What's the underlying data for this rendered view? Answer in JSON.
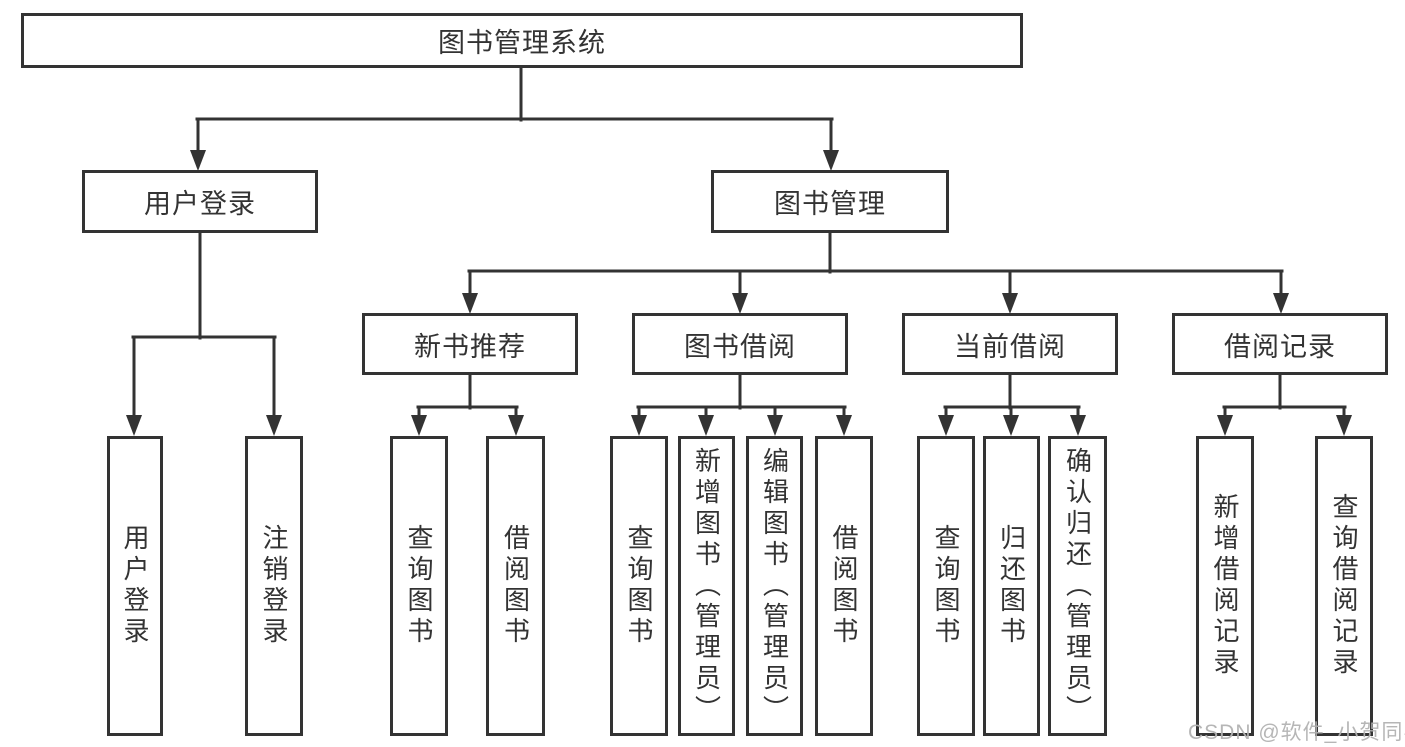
{
  "nodes": {
    "root": "图书管理系统",
    "user_login": "用户登录",
    "book_mgmt": "图书管理",
    "new_book_rec": "新书推荐",
    "book_borrow": "图书借阅",
    "current_borrow": "当前借阅",
    "borrow_record": "借阅记录",
    "leaf_user_login": "用户登录",
    "leaf_logout": "注销登录",
    "leaf_query_book_rec": "查询图书",
    "leaf_borrow_book_rec": "借阅图书",
    "leaf_query_book_borrow": "查询图书",
    "leaf_add_book": "新增图书（管理员）",
    "leaf_edit_book": "编辑图书（管理员）",
    "leaf_borrow_book_borrow": "借阅图书",
    "leaf_query_book_current": "查询图书",
    "leaf_return_book": "归还图书",
    "leaf_confirm_return": "确认归还（管理员）",
    "leaf_add_record": "新增借阅记录",
    "leaf_query_record": "查询借阅记录"
  },
  "hierarchy": {
    "图书管理系统": {
      "用户登录": [
        "用户登录",
        "注销登录"
      ],
      "图书管理": {
        "新书推荐": [
          "查询图书",
          "借阅图书"
        ],
        "图书借阅": [
          "查询图书",
          "新增图书（管理员）",
          "编辑图书（管理员）",
          "借阅图书"
        ],
        "当前借阅": [
          "查询图书",
          "归还图书",
          "确认归还（管理员）"
        ],
        "借阅记录": [
          "新增借阅记录",
          "查询借阅记录"
        ]
      }
    }
  },
  "watermark": "CSDN @软件_小贺同学",
  "colors": {
    "line": "#333333",
    "box_border": "#333333",
    "box_fill": "#ffffff",
    "text": "#333333",
    "background": "#ffffff",
    "watermark": "#b2b2b2"
  }
}
